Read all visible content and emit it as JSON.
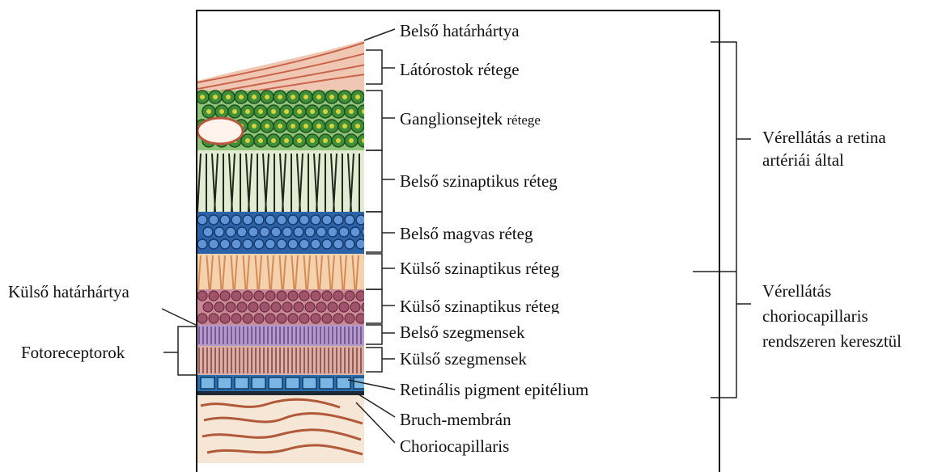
{
  "layers": [
    {
      "label": "Belső határhártya"
    },
    {
      "label": "Látórostok rétege"
    },
    {
      "label": "Ganglionsejtek",
      "label_small": "rétege"
    },
    {
      "label": "Belső szinaptikus réteg"
    },
    {
      "label": "Belső magvas réteg"
    },
    {
      "label": "Külső szinaptikus réteg"
    },
    {
      "label": "Külső szinaptikus réteg"
    },
    {
      "label": "Belső szegmensek"
    },
    {
      "label": "Külső szegmensek"
    },
    {
      "label": "Retinális pigment epitélium"
    },
    {
      "label": "Bruch-membrán"
    },
    {
      "label": "Choriocapillaris"
    }
  ],
  "left_labels": {
    "outer_limiting": "Külső határhártya",
    "photoreceptors": "Fotoreceptorok"
  },
  "blood_supply": {
    "retinal_arteries": [
      "Vérellátás a retina",
      "artériái által"
    ],
    "choriocapillaris": [
      "Vérellátás",
      "choriocapillaris",
      "rendszeren keresztül"
    ]
  },
  "colors": {
    "nerve_fiber": "#c9644a",
    "ganglion": "#3f8f3a",
    "inner_nuclear": "#2b62a8",
    "outer_synaptic": "#e2a673",
    "outer_nuclear": "#a0546c",
    "segments": "#8a6aa6",
    "pigment": "#2a6fb0",
    "choroid": "#b05a3a"
  }
}
